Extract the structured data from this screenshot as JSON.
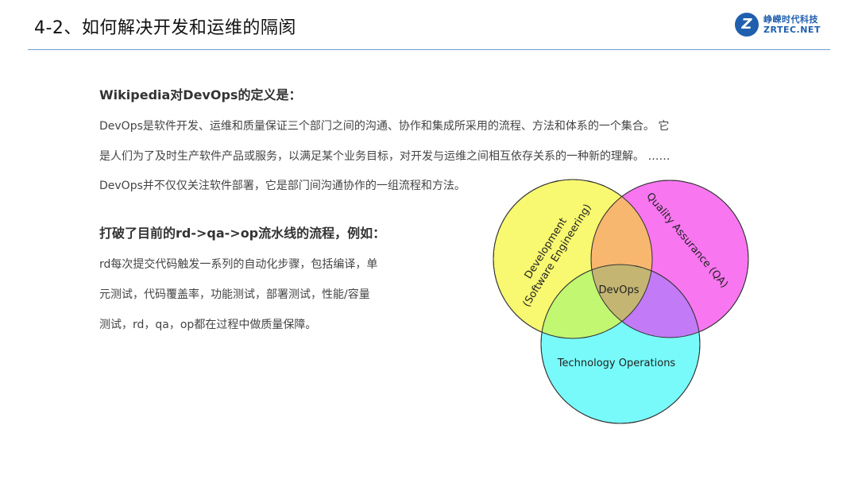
{
  "header": {
    "title": "4-2、如何解决开发和运维的隔阂",
    "logo": {
      "mark": "Z",
      "cn": "峥嵘时代科技",
      "en": "ZRTEC.NET"
    }
  },
  "definition": {
    "heading": "Wikipedia对DevOps的定义是：",
    "lines": [
      "DevOps是软件开发、运维和质量保证三个部门之间的沟通、协作和集成所采用的流程、方法和体系的一个集合。 它",
      "是人们为了及时生产软件产品或服务，以满足某个业务目标，对开发与运维之间相互依存关系的一种新的理解。 ……",
      "DevOps并不仅仅关注软件部署，它是部门间沟通协作的一组流程和方法。"
    ]
  },
  "pipeline": {
    "heading": "打破了目前的rd->qa->op流水线的流程，例如：",
    "lines": [
      "rd每次提交代码触发一系列的自动化步骤，包括编译，单",
      "元测试，代码覆盖率，功能测试，部署测试，性能/容量",
      "测试，rd，qa，op都在过程中做质量保障。"
    ]
  },
  "venn": {
    "development": {
      "line1": "Development",
      "line2": "(Software Engineering)",
      "color": "#f8f871"
    },
    "qa": {
      "line1": "Quality Assurance (QA)",
      "color": "#f876f0"
    },
    "ops": {
      "line1": "Technology Operations",
      "color": "#78fafa"
    },
    "center": "DevOps",
    "overlap_dev_qa": "#f7b76f",
    "overlap_dev_ops": "#c2f771",
    "overlap_qa_ops": "#c27af7",
    "overlap_all": "#c4b573"
  }
}
